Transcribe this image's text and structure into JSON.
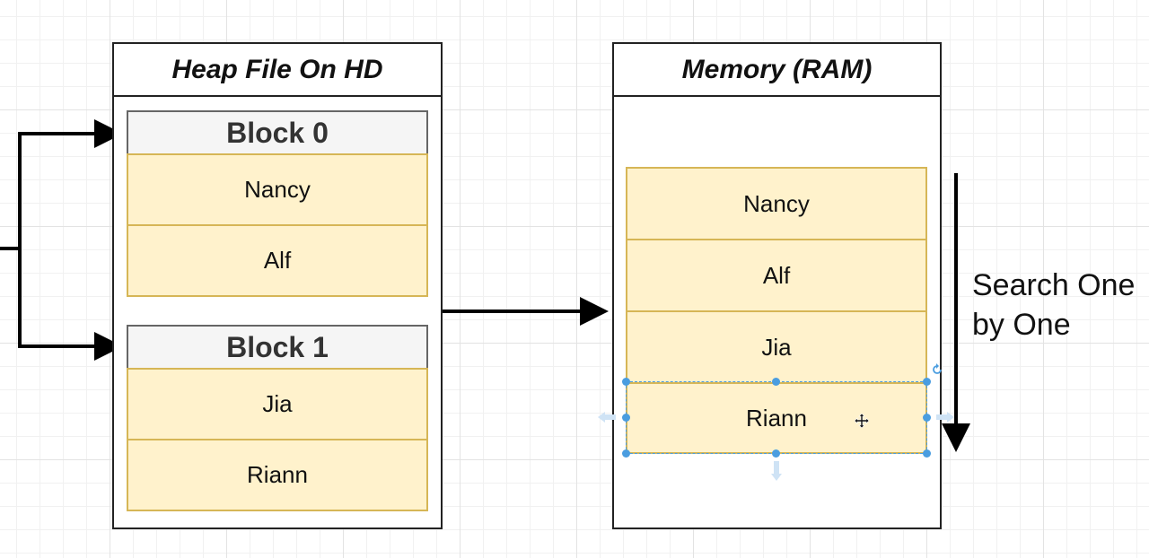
{
  "heap_file": {
    "title": "Heap File On HD",
    "blocks": [
      {
        "header": "Block 0",
        "records": [
          "Nancy",
          "Alf"
        ]
      },
      {
        "header": "Block 1",
        "records": [
          "Jia",
          "Riann"
        ]
      }
    ]
  },
  "memory": {
    "title": "Memory (RAM)",
    "records": [
      "Nancy",
      "Alf",
      "Jia",
      "Riann"
    ]
  },
  "annotation": {
    "line1": "Search One",
    "line2": "by One"
  },
  "colors": {
    "record_fill": "#fff2cc",
    "record_border": "#d6b656",
    "block_header_fill": "#f5f5f5",
    "selection": "#4a9de0"
  }
}
